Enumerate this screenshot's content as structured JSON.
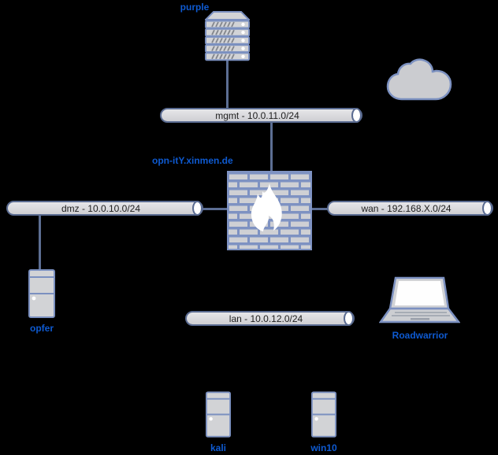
{
  "diagram": {
    "nodes": {
      "purple": {
        "label": "purple",
        "icon": "rack-server-icon"
      },
      "firewall": {
        "label": "opn-itY.xinmen.de",
        "icon": "firewall-icon"
      },
      "cloud": {
        "icon": "cloud-icon"
      },
      "opfer": {
        "label": "opfer",
        "icon": "tower-server-icon"
      },
      "roadwarrior": {
        "label": "Roadwarrior",
        "icon": "laptop-icon"
      },
      "kali": {
        "label": "kali",
        "icon": "tower-server-icon"
      },
      "win10": {
        "label": "win10",
        "icon": "tower-server-icon"
      }
    },
    "networks": {
      "mgmt": {
        "label": "mgmt - 10.0.11.0/24"
      },
      "dmz": {
        "label": "dmz - 10.0.10.0/24"
      },
      "wan": {
        "label": "wan - 192.168.X.0/24"
      },
      "lan": {
        "label": "lan - 10.0.12.0/24"
      }
    },
    "edges": [
      {
        "from": "purple",
        "to": "mgmt"
      },
      {
        "from": "mgmt",
        "to": "firewall"
      },
      {
        "from": "dmz",
        "to": "firewall"
      },
      {
        "from": "firewall",
        "to": "wan"
      },
      {
        "from": "dmz",
        "to": "opfer"
      }
    ],
    "colors": {
      "background": "#000000",
      "edge": "#5c6e93",
      "pipe_border": "#5a6b91",
      "pipe_fill": "#d6d6d9",
      "icon_border": "#7b90c0",
      "icon_fill": "#d2d3d6",
      "firewall_mortar": "#7e92c2",
      "brick_fill": "#cfd0d4",
      "flame": "#ffffff",
      "node_label_text": "#0e5ad1",
      "pipe_text": "#1e1e1e"
    }
  }
}
